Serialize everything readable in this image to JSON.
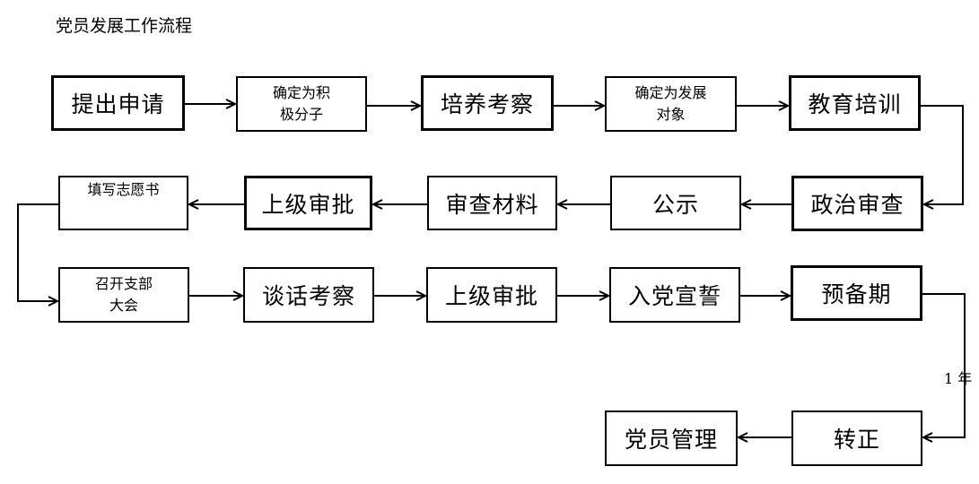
{
  "title": "党员发展工作流程",
  "steps": {
    "s1": "提出申请",
    "s2": "确定为积\n极分子",
    "s3": "培养考察",
    "s4": "确定为发展\n对象",
    "s5": "教育培训",
    "s6": "政治审查",
    "s7": "公示",
    "s8": "审查材料",
    "s9": "上级审批",
    "s10": "填写志愿书",
    "s11": "召开支部\n大会",
    "s12": "谈话考察",
    "s13": "上级审批",
    "s14": "入党宣誓",
    "s15": "预备期",
    "s16": "转正",
    "s17": "党员管理"
  },
  "edge_label": "1 年"
}
